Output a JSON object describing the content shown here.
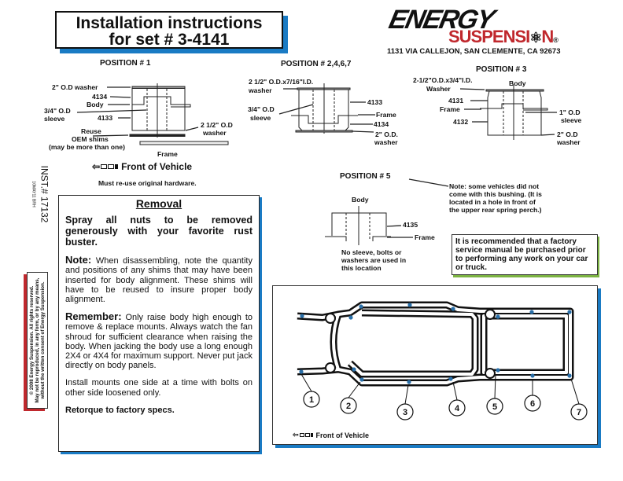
{
  "title": {
    "line1": "Installation instructions",
    "line2": "for set # 3-4141"
  },
  "logo": {
    "top": "ENERGY",
    "bottom": "SUSPENSI",
    "o_symbol": "⚛",
    "end": "N",
    "reg": "®"
  },
  "address": "1131 VIA CALLEJON, SAN CLEMENTE, CA  92673",
  "pos1": {
    "header": "POSITION # 1",
    "l1": "2\" O.D washer",
    "l2": "4134",
    "l3": "Body",
    "l4a": "3/4\" O.D",
    "l4b": "sleeve",
    "l5": "4133",
    "l6a": "Reuse",
    "l6b": "OEM shims",
    "l6c": "(may be more than one)",
    "l7a": "2 1/2\" O.D",
    "l7b": "washer",
    "l8": "Frame"
  },
  "front_of_vehicle": "Front of Vehicle",
  "hardware_note": "Must re-use original hardware.",
  "pos2": {
    "header": "POSITION # 2,4,6,7",
    "l1a": "2 1/2\" O.D.x7/16\"I.D.",
    "l1b": "washer",
    "l2": "4133",
    "l3a": "3/4\" O.D",
    "l3b": "sleeve",
    "l4": "Frame",
    "l5": "4134",
    "l6a": "2\" O.D.",
    "l6b": "washer"
  },
  "pos3": {
    "header": "POSITION # 3",
    "l1a": "2-1/2\"O.D.x3/4\"I.D.",
    "l1b": "Washer",
    "l2": "Body",
    "l3": "4131",
    "l4": "Frame",
    "l5": "4132",
    "l6a": "1\" O.D",
    "l6b": "sleeve",
    "l7a": "2\" O.D",
    "l7b": "washer"
  },
  "pos5": {
    "header": "POSITION # 5",
    "body": "Body",
    "part": "4135",
    "frame": "Frame",
    "note_lines": [
      "No sleeve, bolts or",
      "washers are used in",
      "this location"
    ],
    "side_note": [
      "Note: some vehicles did not",
      "come with this bushing. (It is",
      "located in a hole in front of",
      "the upper rear spring perch.)"
    ]
  },
  "inst": {
    "number": "INST.# 17132",
    "sub": "10MAY11  BRH"
  },
  "copyright": [
    "© 2008 Energy Suspension. All rights reserved.",
    "May not be reproduced, in any form, or by any means,",
    "without the written consent of Energy Suspension."
  ],
  "removal": {
    "heading": "Removal",
    "intro": "Spray all nuts to be removed generously with your favorite rust buster.",
    "note_label": "Note:",
    "note": " When disassembling, note the quantity and positions of any shims that may have been inserted for body alignment. These shims will have to be reused to insure proper body alignment.",
    "remember_label": "Remember:",
    "remember": " Only raise body high enough to remove & replace mounts. Always watch the fan shroud for sufficient clearance when raising the body. When jacking the body use a long enough 2X4 or 4X4 for maximum support. Never put jack directly on body panels.",
    "install": "Install mounts one side at a time with bolts on other side loosened only.",
    "retorque": "Retorque to factory specs."
  },
  "recommendation": "It is recommended that a factory service manual be purchased prior to performing any work on your car or truck.",
  "frame_positions": [
    "1",
    "2",
    "3",
    "4",
    "5",
    "6",
    "7"
  ],
  "colors": {
    "blue": "#1a7bc4",
    "red": "#c0282d",
    "green": "#7cb342",
    "dot": "#2a6fa8"
  }
}
